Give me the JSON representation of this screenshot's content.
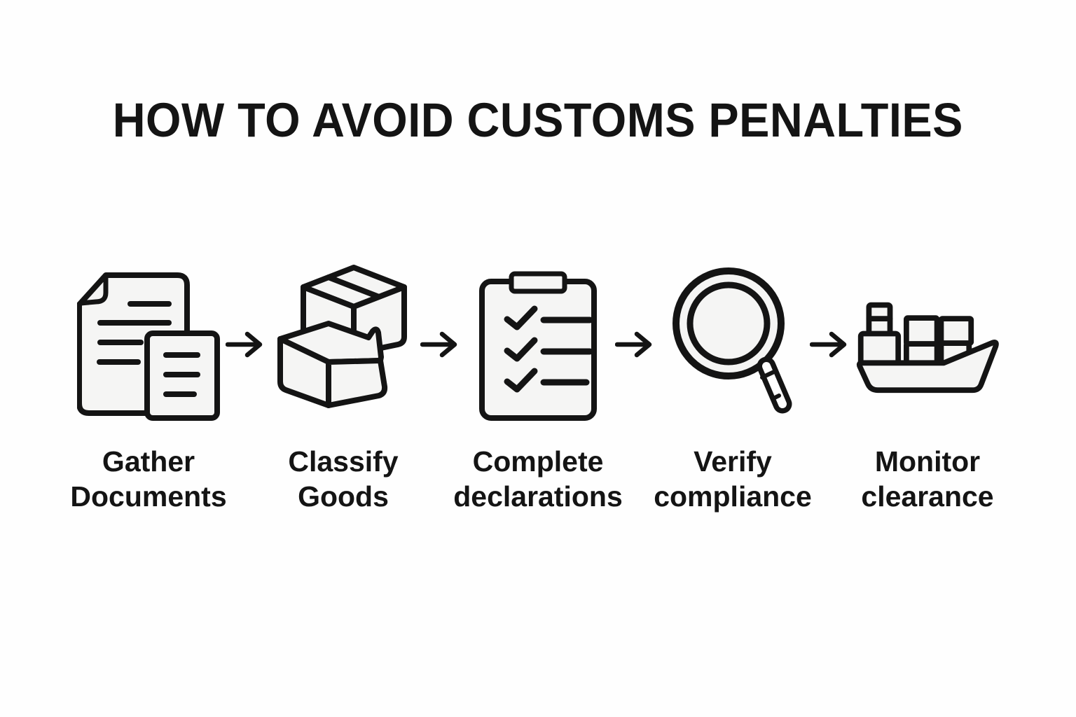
{
  "title": "HOW TO AVOID CUSTOMS PENALTIES",
  "steps": [
    {
      "id": "gather-documents",
      "icon": "documents-icon",
      "label": "Gather\nDocuments"
    },
    {
      "id": "classify-goods",
      "icon": "boxes-icon",
      "label": "Classify\nGoods"
    },
    {
      "id": "complete-declarations",
      "icon": "clipboard-checklist-icon",
      "label": "Complete\ndeclarations"
    },
    {
      "id": "verify-compliance",
      "icon": "magnifying-glass-icon",
      "label": "Verify\ncompliance"
    },
    {
      "id": "monitor-clearance",
      "icon": "cargo-ship-icon",
      "label": "Monitor\nclearance"
    }
  ],
  "colors": {
    "background": "#fefefe",
    "ink": "#141414",
    "icon_fill": "#f5f5f4"
  }
}
